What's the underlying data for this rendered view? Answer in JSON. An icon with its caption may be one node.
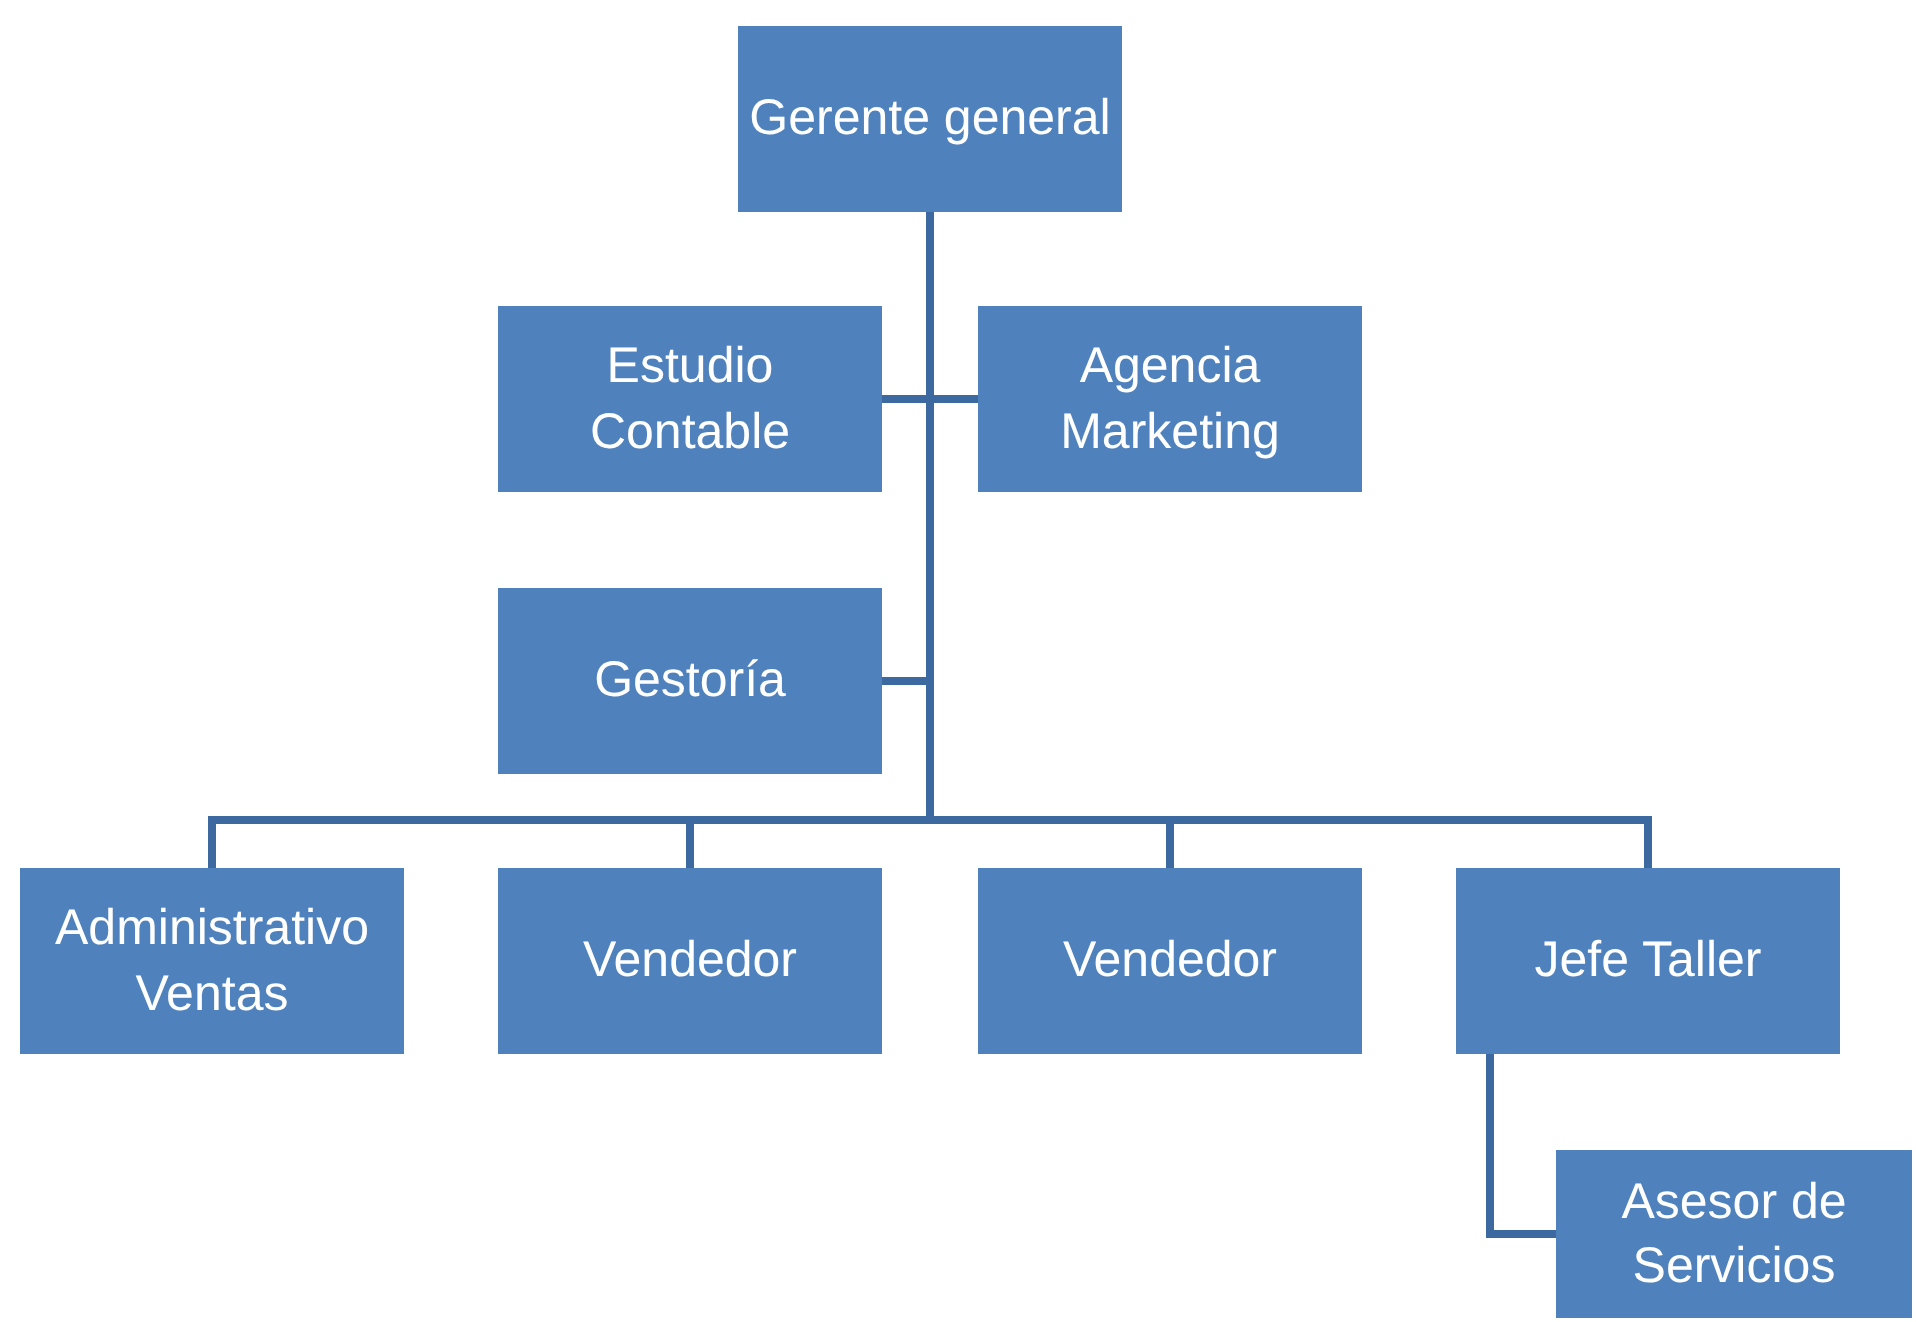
{
  "diagram": {
    "nodes": [
      {
        "text": [
          "Gerente general"
        ]
      },
      {
        "text": [
          "Estudio Contable"
        ]
      },
      {
        "text": [
          "Agencia Marketing"
        ]
      },
      {
        "text": [
          "Gestoría"
        ]
      },
      {
        "text": [
          "Administrativo Ventas"
        ]
      },
      {
        "text": [
          "Vendedor"
        ]
      },
      {
        "text": [
          "Vendedor"
        ]
      },
      {
        "text": [
          "Jefe Taller"
        ]
      },
      {
        "text": [
          "Asesor de Servicios"
        ]
      }
    ],
    "edges": [
      {
        "from": 0,
        "to": 1,
        "arrow": "none"
      },
      {
        "from": 0,
        "to": 2,
        "arrow": "none"
      },
      {
        "from": 0,
        "to": 3,
        "arrow": "none"
      },
      {
        "from": 0,
        "to": 4,
        "arrow": "none"
      },
      {
        "from": 0,
        "to": 5,
        "arrow": "none"
      },
      {
        "from": 0,
        "to": 6,
        "arrow": "none"
      },
      {
        "from": 0,
        "to": 7,
        "arrow": "none"
      },
      {
        "from": 7,
        "to": 8,
        "arrow": "none"
      }
    ]
  }
}
